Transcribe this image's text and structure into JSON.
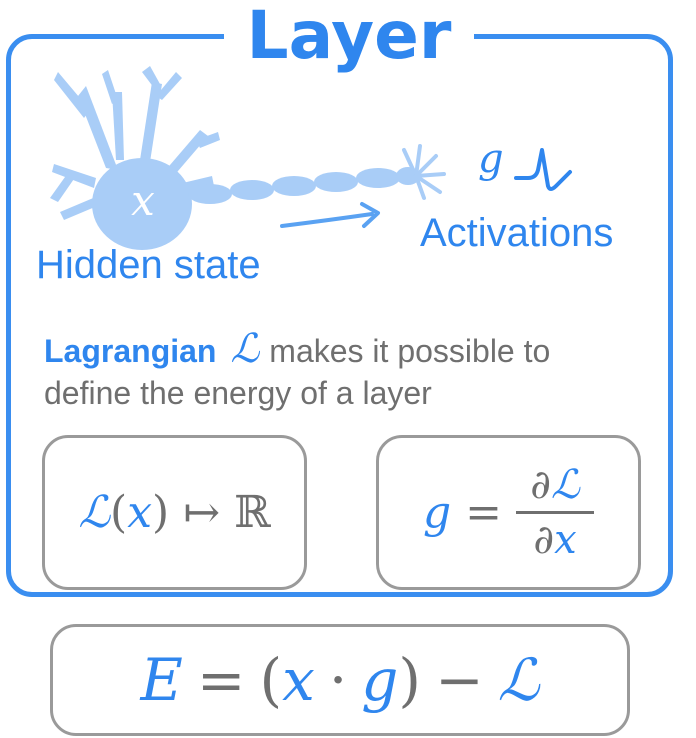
{
  "title": "Layer",
  "neuron": {
    "state_symbol": "x",
    "activation_symbol": "g",
    "hidden_label": "Hidden state",
    "activations_label": "Activations"
  },
  "description": {
    "term": "Lagrangian",
    "symbol": "ℒ",
    "line1_rest": "makes it possible to",
    "line2": "define the energy of a layer"
  },
  "formulas": {
    "map": {
      "lhs": "ℒ",
      "arg": "x",
      "arrow": "↦",
      "target": "ℝ"
    },
    "gradient": {
      "lhs": "g",
      "eq": "=",
      "num_d": "∂",
      "num_sym": "ℒ",
      "den_d": "∂",
      "den_sym": "x"
    },
    "energy": {
      "E": "E",
      "eq": "=",
      "x": "x",
      "dot": "·",
      "g": "g",
      "minus": "−",
      "L": "ℒ"
    }
  },
  "colors": {
    "accent": "#2f86ee",
    "neuron": "#a9cdf7",
    "text": "#6f6f6f",
    "border": "#9a9a9a"
  }
}
